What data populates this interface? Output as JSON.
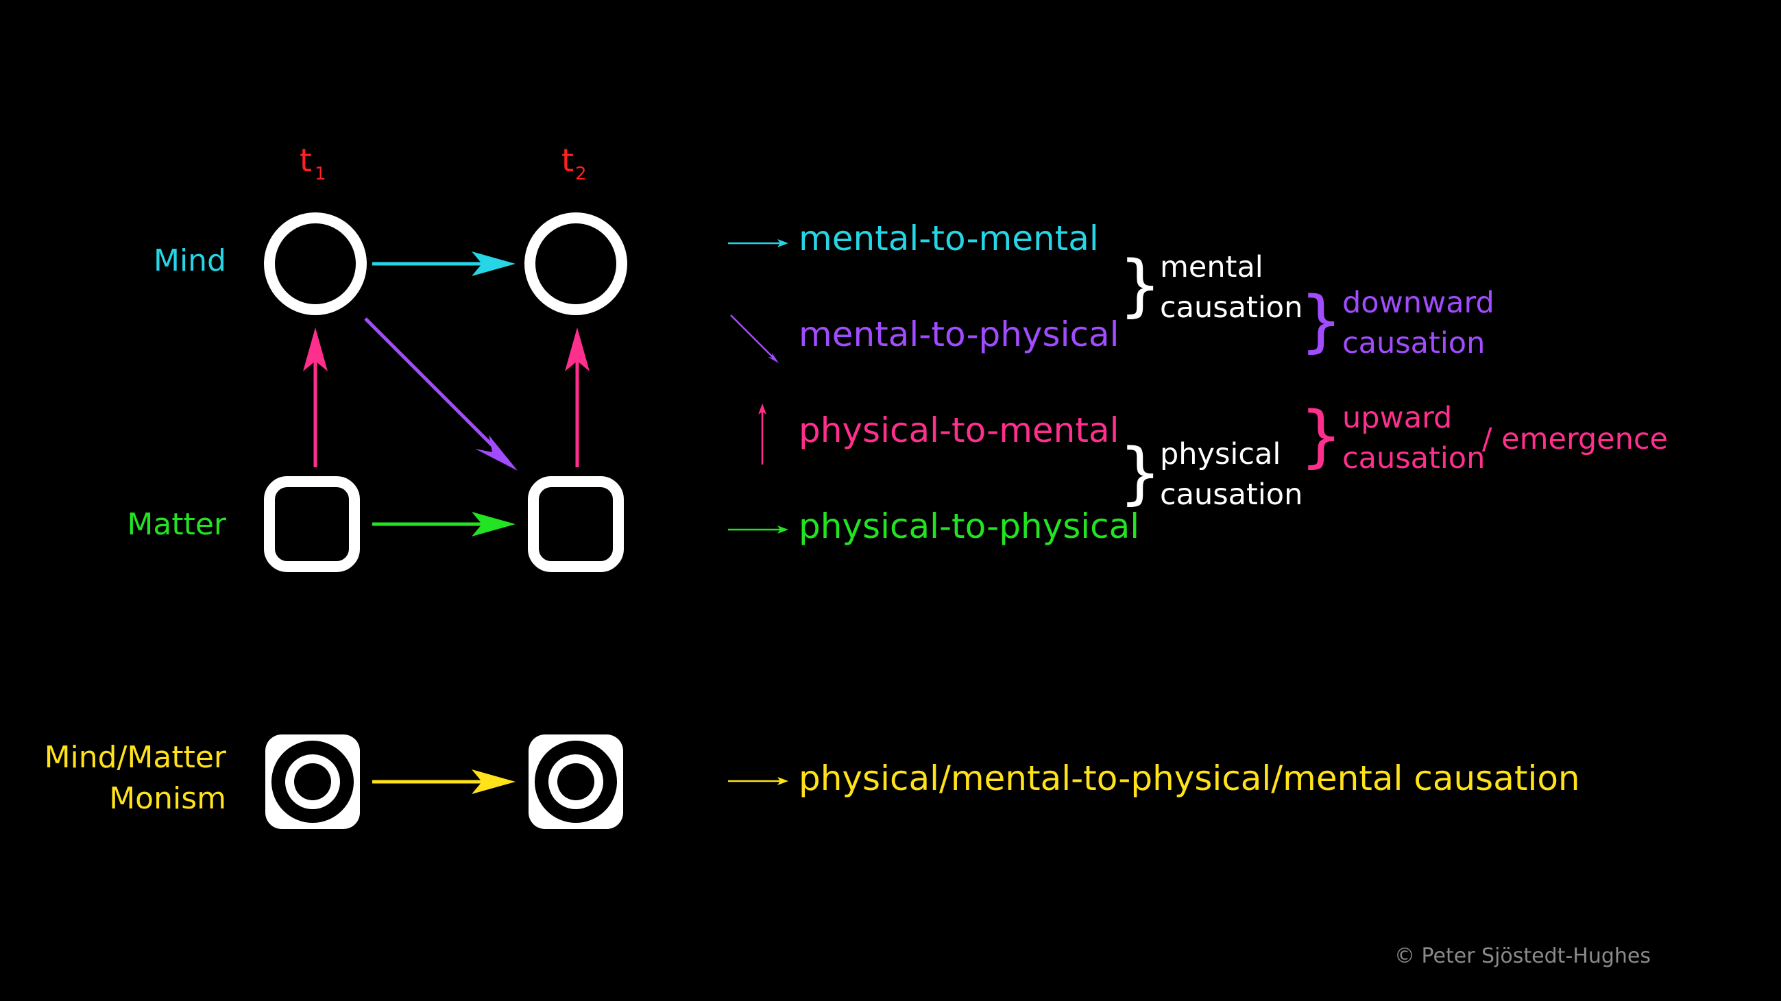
{
  "colors": {
    "background": "#000000",
    "mental_to_mental": "#26D6E6",
    "mental_to_physical": "#A24CFF",
    "physical_to_mental": "#FF2F8E",
    "physical_to_physical": "#22E422",
    "monism": "#FFE21A",
    "time_label": "#FF2020",
    "node": "#FFFFFF",
    "group_text": "#FFFFFF",
    "credit": "#8A8A8A"
  },
  "time_labels": [
    {
      "main": "t",
      "sub": "1"
    },
    {
      "main": "t",
      "sub": "2"
    }
  ],
  "row_labels": {
    "mind": "Mind",
    "matter": "Matter",
    "monism_line1": "Mind/Matter",
    "monism_line2": "Monism"
  },
  "legend": {
    "mental_to_mental": "mental-to-mental",
    "mental_to_physical": "mental-to-physical",
    "physical_to_mental": "physical-to-mental",
    "physical_to_physical": "physical-to-physical",
    "monism": "physical/mental-to-physical/mental causation"
  },
  "groups": {
    "mental_causation": [
      "mental",
      "causation"
    ],
    "physical_causation": [
      "physical",
      "causation"
    ],
    "downward_causation": [
      "downward",
      "causation"
    ],
    "upward_causation": [
      "upward",
      "causation"
    ],
    "emergence": "/ emergence"
  },
  "brace_glyph": "}",
  "credit": "© Peter Sjöstedt-Hughes"
}
